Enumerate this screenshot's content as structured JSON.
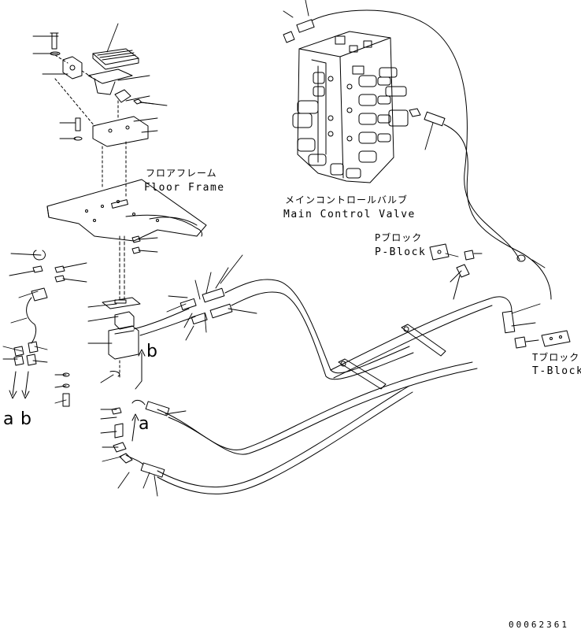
{
  "labels": {
    "floor_frame_jp": "フロアフレーム",
    "floor_frame_en": "Floor Frame",
    "mcv_jp": "メインコントロールバルブ",
    "mcv_en": "Main Control Valve",
    "pblock_jp": "Pブロック",
    "pblock_en": "P-Block",
    "tblock_jp": "Tブロック",
    "tblock_en": "T-Block",
    "port_a": "a",
    "port_b": "b",
    "port_a_left": "a",
    "port_b_left": "b",
    "drawing_number": "00062361"
  }
}
